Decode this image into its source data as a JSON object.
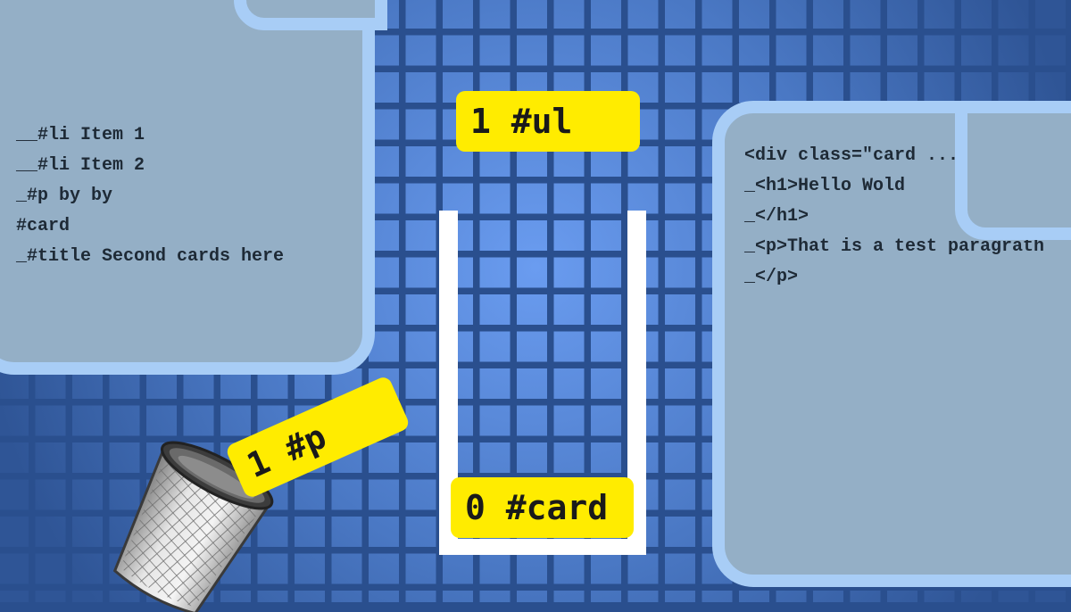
{
  "left_document": {
    "lines": [
      "__#li Item 1",
      "__#li Item 2",
      "_#p by by",
      "#card",
      "_#title Second cards here"
    ]
  },
  "right_document": {
    "lines": [
      "<div class=\"card ...\">",
      "_<h1>Hello Wold",
      "_</h1>",
      "_<p>That is a test paragrath",
      "_</p>"
    ]
  },
  "stack": {
    "top_label": "1 #ul",
    "bottom_label": "0 #card"
  },
  "discarded": {
    "label": "1 #p",
    "icon": "trash-can-icon"
  },
  "colors": {
    "background": "#2a4f8e",
    "grid_tile": "#5b8fe0",
    "document_fill": "#94afc6",
    "document_border": "#a8cdf6",
    "tag_yellow": "#ffec00",
    "stack_wall": "#ffffff"
  }
}
